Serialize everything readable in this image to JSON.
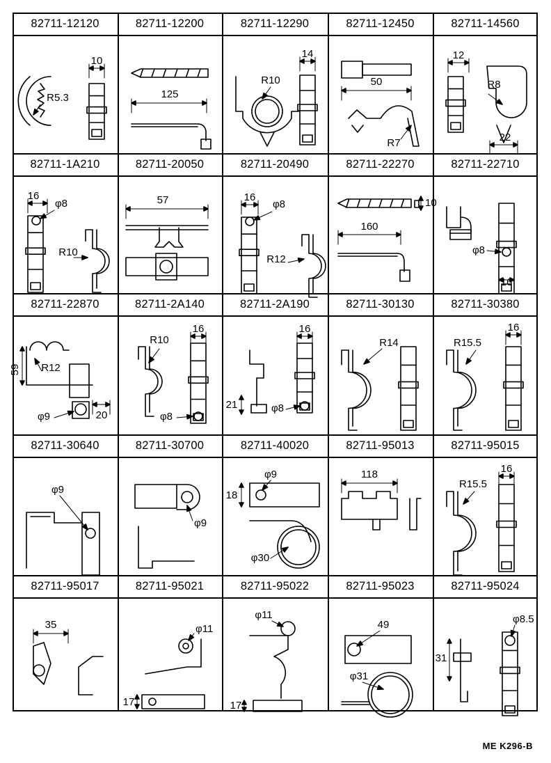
{
  "catalog": {
    "rows": [
      [
        {
          "part_no": "82711-12120",
          "dims": [
            "10",
            "R5.3"
          ]
        },
        {
          "part_no": "82711-12200",
          "dims": [
            "125"
          ]
        },
        {
          "part_no": "82711-12290",
          "dims": [
            "14",
            "R10"
          ]
        },
        {
          "part_no": "82711-12450",
          "dims": [
            "50",
            "R7"
          ]
        },
        {
          "part_no": "82711-14560",
          "dims": [
            "12",
            "R8",
            "22"
          ]
        }
      ],
      [
        {
          "part_no": "82711-1A210",
          "dims": [
            "16",
            "φ8",
            "R10"
          ]
        },
        {
          "part_no": "82711-20050",
          "dims": [
            "57"
          ]
        },
        {
          "part_no": "82711-20490",
          "dims": [
            "16",
            "φ8",
            "R12"
          ]
        },
        {
          "part_no": "82711-22270",
          "dims": [
            "10",
            "160"
          ]
        },
        {
          "part_no": "82711-22710",
          "dims": [
            "φ8",
            "16"
          ]
        }
      ],
      [
        {
          "part_no": "82711-22870",
          "dims": [
            "59",
            "R12",
            "φ9",
            "20"
          ]
        },
        {
          "part_no": "82711-2A140",
          "dims": [
            "R10",
            "16",
            "φ8"
          ]
        },
        {
          "part_no": "82711-2A190",
          "dims": [
            "16",
            "21",
            "φ8"
          ]
        },
        {
          "part_no": "82711-30130",
          "dims": [
            "R14"
          ]
        },
        {
          "part_no": "82711-30380",
          "dims": [
            "R15.5",
            "16"
          ]
        }
      ],
      [
        {
          "part_no": "82711-30640",
          "dims": [
            "φ9"
          ]
        },
        {
          "part_no": "82711-30700",
          "dims": [
            "φ9"
          ]
        },
        {
          "part_no": "82711-40020",
          "dims": [
            "φ9",
            "18",
            "φ30"
          ]
        },
        {
          "part_no": "82711-95013",
          "dims": [
            "118"
          ]
        },
        {
          "part_no": "82711-95015",
          "dims": [
            "16",
            "R15.5"
          ]
        }
      ],
      [
        {
          "part_no": "82711-95017",
          "dims": [
            "35"
          ]
        },
        {
          "part_no": "82711-95021",
          "dims": [
            "φ11",
            "17"
          ]
        },
        {
          "part_no": "82711-95022",
          "dims": [
            "φ11",
            "17"
          ]
        },
        {
          "part_no": "82711-95023",
          "dims": [
            "49",
            "φ31"
          ]
        },
        {
          "part_no": "82711-95024",
          "dims": [
            "φ8.5",
            "31"
          ]
        }
      ]
    ]
  },
  "footer": {
    "ref": "ME  K296-B"
  }
}
